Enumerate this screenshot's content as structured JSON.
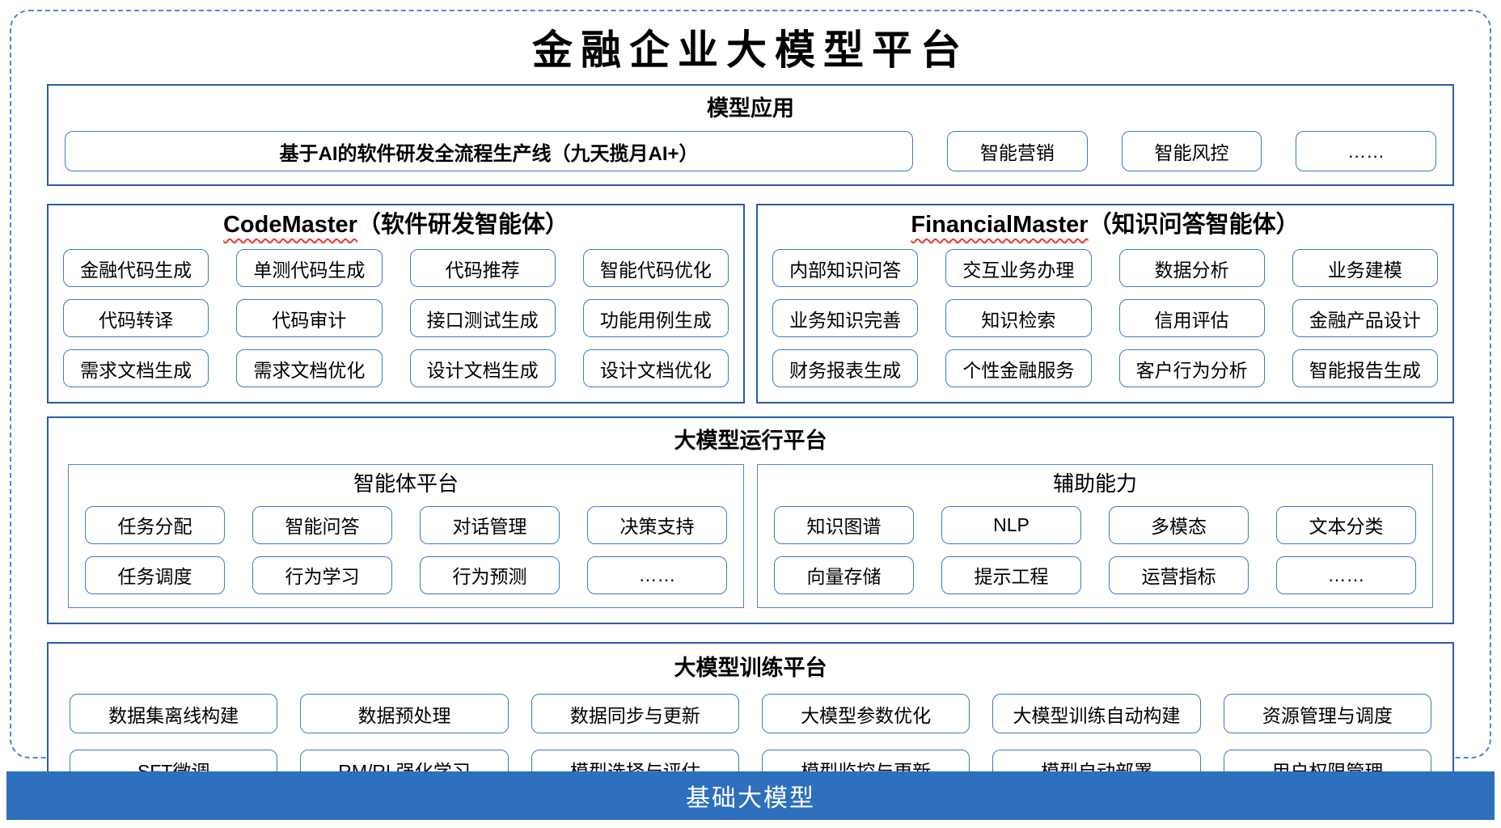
{
  "title": "金融企业大模型平台",
  "colors": {
    "outer_dashed_border": "#4f86d2",
    "section_border": "#2a5caa",
    "item_border": "#3b7dc4",
    "foundation_bar": "#2e6fbe",
    "spellcheck_wavy": "#e8392e"
  },
  "sections": {
    "model_app": {
      "header": "模型应用",
      "big_item": "基于AI的软件研发全流程生产线（九天揽月AI+）",
      "items": [
        "智能营销",
        "智能风控",
        "……"
      ]
    },
    "code_master": {
      "title_en": "CodeMaster",
      "title_zh": "（软件研发智能体）",
      "items": [
        "金融代码生成",
        "单测代码生成",
        "代码推荐",
        "智能代码优化",
        "代码转译",
        "代码审计",
        "接口测试生成",
        "功能用例生成",
        "需求文档生成",
        "需求文档优化",
        "设计文档生成",
        "设计文档优化"
      ]
    },
    "financial_master": {
      "title_en": "FinancialMaster",
      "title_zh": "（知识问答智能体）",
      "items": [
        "内部知识问答",
        "交互业务办理",
        "数据分析",
        "业务建模",
        "业务知识完善",
        "知识检索",
        "信用评估",
        "金融产品设计",
        "财务报表生成",
        "个性金融服务",
        "客户行为分析",
        "智能报告生成"
      ]
    },
    "runtime": {
      "header": "大模型运行平台",
      "groups": [
        {
          "title": "智能体平台",
          "items": [
            "任务分配",
            "智能问答",
            "对话管理",
            "决策支持",
            "任务调度",
            "行为学习",
            "行为预测",
            "……"
          ]
        },
        {
          "title": "辅助能力",
          "items": [
            "知识图谱",
            "NLP",
            "多模态",
            "文本分类",
            "向量存储",
            "提示工程",
            "运营指标",
            "……"
          ]
        }
      ]
    },
    "training": {
      "header": "大模型训练平台",
      "items": [
        "数据集离线构建",
        "数据预处理",
        "数据同步与更新",
        "大模型参数优化",
        "大模型训练自动构建",
        "资源管理与调度",
        "SFT微调",
        "RM/RL强化学习",
        "模型选择与评估",
        "模型监控与更新",
        "模型自动部署",
        "用户权限管理"
      ]
    },
    "foundation": {
      "label": "基础大模型"
    }
  }
}
